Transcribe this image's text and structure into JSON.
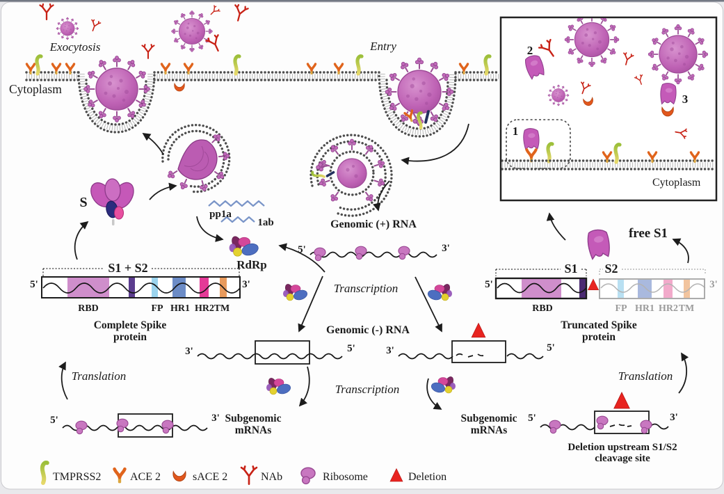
{
  "figure_title": "SARS-CoV-2 life cycle with deletion upstream of S1/S2 cleavage site producing truncated Spike and free S1",
  "labels": {
    "exocytosis": "Exocytosis",
    "cytoplasm": "Cytoplasm",
    "entry": "Entry",
    "s": "S",
    "pp1a": "pp1a",
    "pp1ab": "1ab",
    "rdrp": "RdRp",
    "genomic_plus": "Genomic (+) RNA",
    "genomic_minus": "Genomic (-) RNA",
    "transcription": "Transcription",
    "translation": "Translation",
    "subgenomic_line1": "Subgenomic",
    "subgenomic_line2": "mRNAs",
    "five_prime": "5'",
    "three_prime": "3'",
    "s1_plus_s2": "S1 + S2",
    "s1": "S1",
    "s2": "S2",
    "rbd": "RBD",
    "fp": "FP",
    "hr1": "HR1",
    "hr2": "HR2",
    "tm": "TM",
    "free_s1": "free S1",
    "deletion_line1": "Deletion upstream S1/S2",
    "deletion_line2": "cleavage site",
    "n1": "1",
    "n2": "2",
    "n3": "3"
  },
  "complete_spike": {
    "line1": "Complete Spike",
    "line2": "protein"
  },
  "truncated_spike": {
    "line1": "Truncated Spike",
    "line2": "protein"
  },
  "legend": {
    "items": [
      {
        "icon": "tmprss2-icon",
        "label": "TMPRSS2"
      },
      {
        "icon": "ace2-icon",
        "label": "ACE 2"
      },
      {
        "icon": "sace2-icon",
        "label": "sACE 2"
      },
      {
        "icon": "nab-icon",
        "label": "NAb"
      },
      {
        "icon": "ribosome-icon",
        "label": "Ribosome"
      },
      {
        "icon": "deletion-icon",
        "label": "Deletion"
      }
    ]
  },
  "colors": {
    "virus_body": "#bf63b5",
    "virus_outline": "#9e4b97",
    "membrane": "#4d4d4d",
    "tmprss2": "#9cbf3a",
    "ace2": "#e0641c",
    "sace2": "#e2571d",
    "nab": "#c82216",
    "ribosome": "#c877c0",
    "deletion": "#e82420",
    "rdrp_blue": "#4d6ec0",
    "rdrp_magenta": "#d4479a",
    "rdrp_yellow": "#e3d12f",
    "rna_replicase": "#7a95c8",
    "domain_rbd": "#cf8ecb",
    "domain_s1s2_junction": "#5c3d8f",
    "domain_fp": "#9bd4ee",
    "domain_hr1": "#6c8cc7",
    "domain_hr2": "#e43a97",
    "domain_tm": "#e89a5c"
  }
}
